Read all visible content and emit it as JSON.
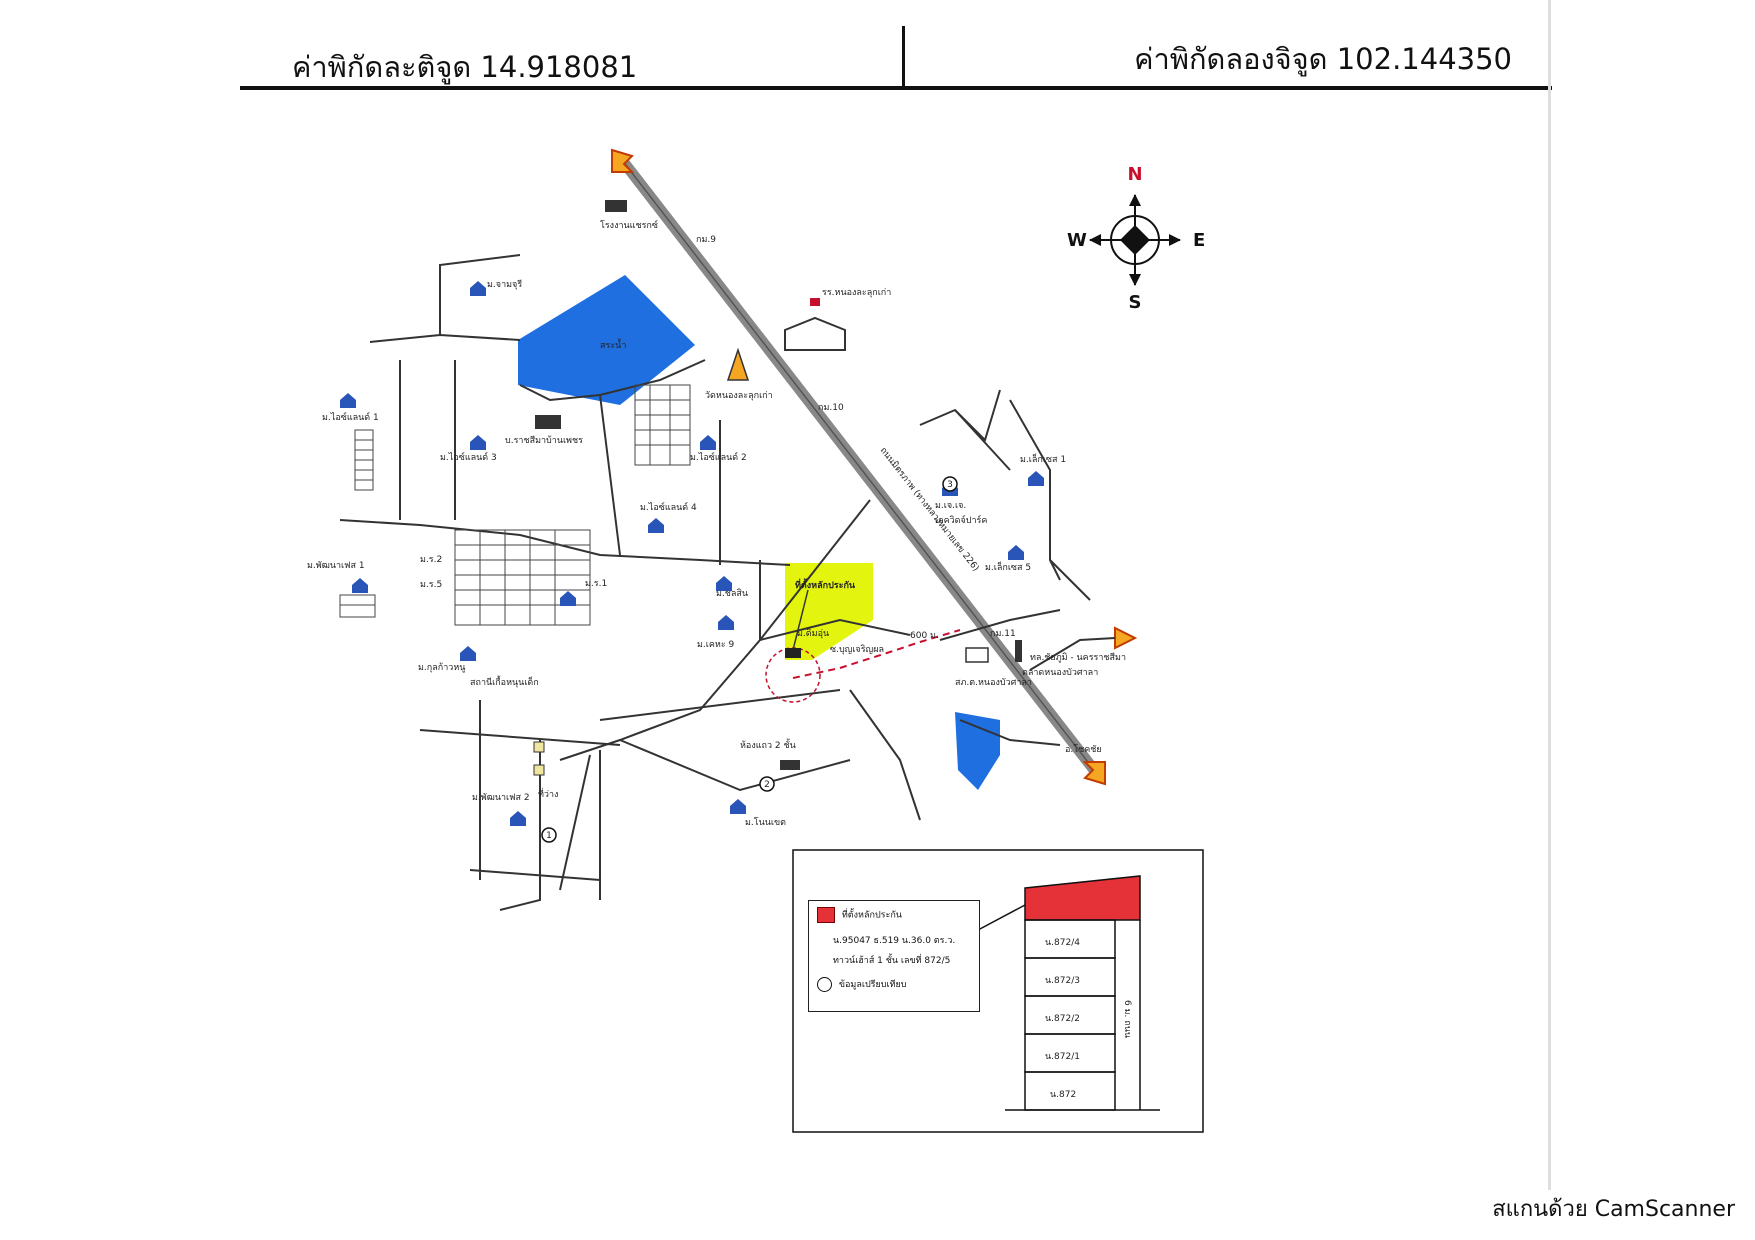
{
  "header": {
    "latitude_label": "ค่าพิกัดละติจูด 14.918081",
    "longitude_label": "ค่าพิกัดลองจิจูด 102.144350"
  },
  "compass": {
    "n": "N",
    "s": "S",
    "e": "E",
    "w": "W"
  },
  "map_labels": {
    "factory_top": "โรงงานแชรกซ์",
    "km9": "กม.9",
    "temple_school": "รร.หนองละลุกเก่า",
    "pond": "สระน้ำ",
    "village_chanburi": "ม.จามจุรี",
    "temple": "วัดหนองละลุกเก่า",
    "km10": "กม.10",
    "highway": "ถนนมิตรภาพ (ทางหลวงหมายเลข 226)",
    "company": "บ.ราชสีมาบ้านเพชร",
    "village_sai_land_3": "ม.ไอซ์แลนด์ 3",
    "village_sai_land_1": "ม.ไอซ์แลนด์ 1",
    "village_sai_land_2": "ม.ไอซ์แลนด์ 2",
    "village_sai_land_4": "ม.ไอซ์แลนด์ 4",
    "village_lexus1": "ม.เล็กเซส 1",
    "village_jj": "ม.เจ.เจ.",
    "lexus_park": "เลควิดจ์ปาร์ค",
    "village_lexus5": "ม.เล็กเซส 5",
    "village_phatthana1": "ม.พัฒนาเฟส 1",
    "village_r2": "ม.ร.2",
    "village_r5": "ม.ร.5",
    "village_r1": "ม.ร.1",
    "village_chok": "ม.ชลสิน",
    "village_kheha9": "ม.เคหะ 9",
    "village_moo": "ม.ดิ่มอุ่น",
    "soi": "ซ.บุญเจริญผล",
    "distance": "600 ม.",
    "km11": "กม.11",
    "police": "สภ.ต.หนองบัวศาลา",
    "shop": "ตลาดหนองบัวศาลา",
    "village_kukaew": "ม.กุลก้าวหนู",
    "school_small": "สถานีเกื้อหนุนเด็ก",
    "townhouse": "ห้องแถว 2 ชั้น",
    "village_phatthana2": "ม.พัฒนาเฟส 2",
    "storage": "ที่ว่าง",
    "village_nonkhet": "ม.โนนเขต",
    "collateral_here": "ที่ตั้งหลักประกัน",
    "to_city": "อ.โชคชัย",
    "to_highway": "ทล.ชัยภูมิ - นครราชสีมา"
  },
  "legend": {
    "collateral": "ที่ตั้งหลักประกัน",
    "deed": "น.95047 ธ.519 น.36.0 ตร.ว.",
    "building": "ทาวน์เฮ้าส์ 1 ชั้น เลขที่ 872/5",
    "reference": "ข้อมูลเปรียบเทียบ"
  },
  "plot_plan": {
    "units": [
      "น.872/4",
      "น.872/3",
      "น.872/2",
      "น.872/1",
      "น.872"
    ],
    "road": "6 ม. ถนน"
  },
  "markers": [
    "1",
    "2",
    "3"
  ],
  "footer": {
    "scanner": "สแกนด้วย CamScanner"
  },
  "colors": {
    "pond_blue": "#1f6fe0",
    "collateral_yellow": "#e3f50f",
    "collateral_red": "#e53238",
    "arrow_orange": "#f5a623",
    "house_blue": "#2a55b8",
    "road_dash": "#c8102e"
  }
}
